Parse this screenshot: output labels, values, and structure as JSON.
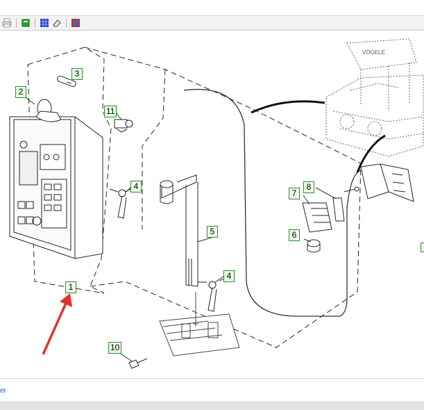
{
  "toolbar": {
    "buttons": [
      {
        "icon": "printer-icon",
        "color": "#9a9a9a"
      },
      {
        "icon": "book-icon",
        "color": "#1f8a1f"
      },
      {
        "icon": "grid-icon",
        "color": "#2044c8"
      },
      {
        "icon": "eraser-icon",
        "color": "#444444"
      },
      {
        "icon": "export-icon",
        "color": "#1f6fd6"
      }
    ]
  },
  "callouts": [
    "1",
    "2",
    "3",
    "4",
    "4",
    "5",
    "6",
    "7",
    "8",
    "10",
    "11"
  ],
  "status": {
    "text": "er"
  },
  "colors": {
    "callout_bg": "#eafde6",
    "callout_border": "#2e8b2e",
    "arrow": "#e0342a"
  }
}
